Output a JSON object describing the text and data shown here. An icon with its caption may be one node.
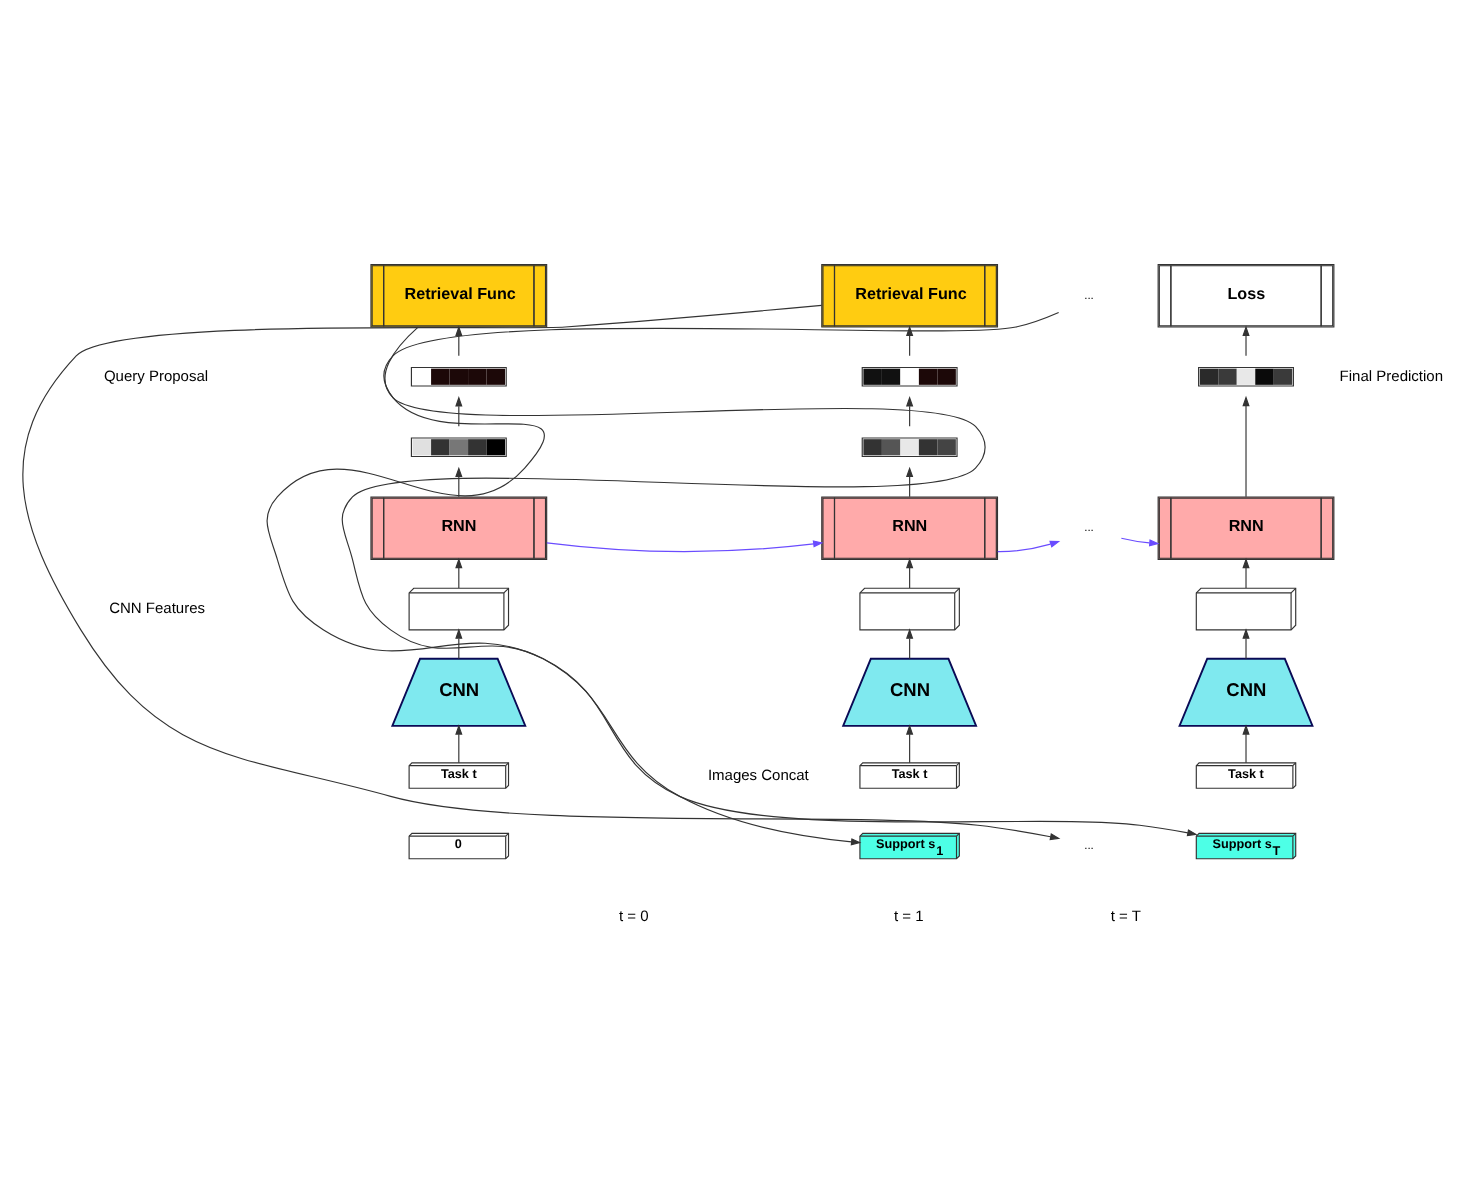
{
  "diagram": {
    "nodes": [
      {
        "text": [
          "Retrieval Func"
        ]
      },
      {
        "text": [],
        "shape": "bar"
      },
      {
        "text": [],
        "shape": "bar"
      },
      {
        "text": [
          "RNN"
        ]
      },
      {
        "text": [],
        "shape": "box"
      },
      {
        "text": [
          "CNN"
        ]
      },
      {
        "text": [
          "Task t"
        ]
      },
      {
        "text": [
          "0"
        ]
      },
      {
        "text": [
          "Retrieval Func"
        ]
      },
      {
        "text": [],
        "shape": "bar"
      },
      {
        "text": [],
        "shape": "bar"
      },
      {
        "text": [
          "RNN"
        ]
      },
      {
        "text": [],
        "shape": "box"
      },
      {
        "text": [
          "CNN"
        ]
      },
      {
        "text": [
          "Task t"
        ]
      },
      {
        "text": [
          "Support s$_{1}$"
        ]
      },
      {
        "text": [
          "..."
        ]
      },
      {
        "text": [
          "..."
        ]
      },
      {
        "text": [
          "..."
        ]
      },
      {
        "text": [
          "Loss"
        ]
      },
      {
        "text": [],
        "shape": "bar"
      },
      {
        "text": [
          "RNN"
        ]
      },
      {
        "text": [],
        "shape": "box"
      },
      {
        "text": [
          "CNN"
        ]
      },
      {
        "text": [
          "Task t"
        ]
      },
      {
        "text": [
          "Support s$_{T}$"
        ]
      }
    ],
    "edges": [
      {
        "from": 3,
        "to": 2,
        "arrow": "to"
      },
      {
        "from": 2,
        "to": 1,
        "arrow": "to"
      },
      {
        "from": 1,
        "to": 0,
        "arrow": "to"
      },
      {
        "from": 4,
        "to": 3,
        "arrow": "to"
      },
      {
        "from": 5,
        "to": 4,
        "arrow": "to"
      },
      {
        "from": 6,
        "to": 5,
        "arrow": "to"
      },
      {
        "from": 0,
        "to": 15,
        "arrow": "to"
      },
      {
        "from": 11,
        "to": 10,
        "arrow": "to"
      },
      {
        "from": 10,
        "to": 9,
        "arrow": "to"
      },
      {
        "from": 9,
        "to": 8,
        "arrow": "to"
      },
      {
        "from": 12,
        "to": 11,
        "arrow": "to"
      },
      {
        "from": 13,
        "to": 12,
        "arrow": "to"
      },
      {
        "from": 14,
        "to": 13,
        "arrow": "to"
      },
      {
        "from": 8,
        "to": 18,
        "arrow": "to"
      },
      {
        "from": 3,
        "to": 11,
        "arrow": "to",
        "color": "#6a4cff"
      },
      {
        "from": 11,
        "to": 17,
        "arrow": "to",
        "color": "#6a4cff"
      },
      {
        "from": 17,
        "to": 21,
        "arrow": "to",
        "color": "#6a4cff"
      },
      {
        "from": 16,
        "to": 25,
        "arrow": "to"
      },
      {
        "from": 21,
        "to": 20,
        "arrow": "to"
      },
      {
        "from": 20,
        "to": 19,
        "arrow": "to"
      },
      {
        "from": 22,
        "to": 21,
        "arrow": "to"
      },
      {
        "from": 23,
        "to": 22,
        "arrow": "to"
      },
      {
        "from": 24,
        "to": 23,
        "arrow": "to"
      }
    ],
    "labels": [
      "Query Proposal",
      "Final Prediction",
      "CNN Features",
      "Images Concat",
      "t = 0",
      "t = 1",
      "t = T"
    ]
  }
}
